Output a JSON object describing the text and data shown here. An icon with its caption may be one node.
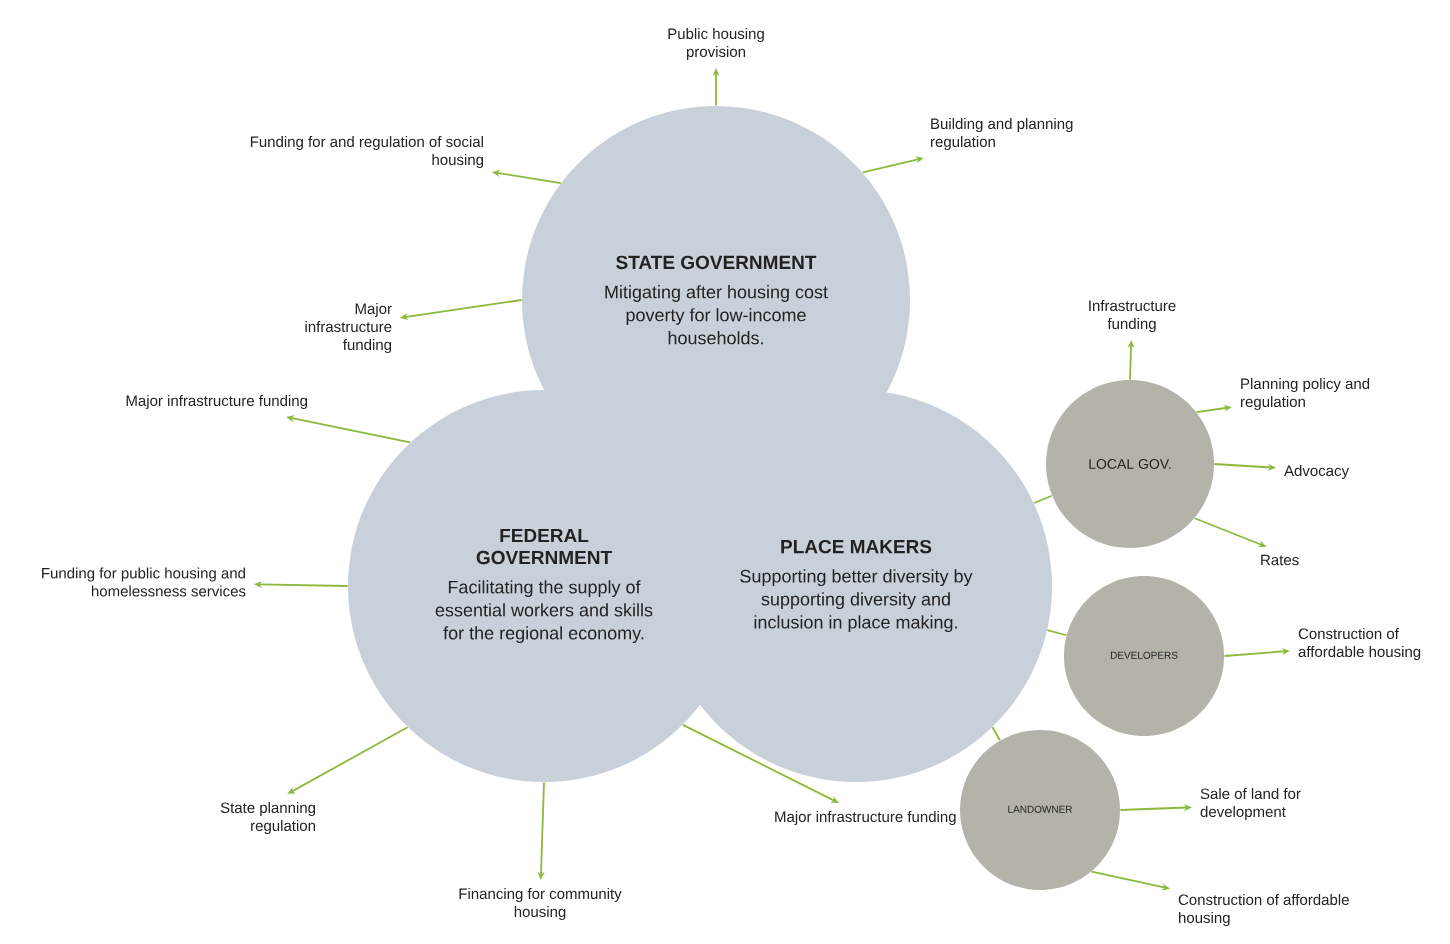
{
  "diagram": {
    "nodes": [
      {
        "text": [
          "STATE GOVERNMENT",
          "Mitigating after housing cost poverty for low-income households."
        ]
      },
      {
        "text": [
          "FEDERAL GOVERNMENT",
          "Facilitating the supply of essential workers and skills for the regional economy."
        ]
      },
      {
        "text": [
          "PLACE MAKERS",
          "Supporting better diversity by supporting diversity and inclusion in place making."
        ]
      },
      {
        "text": [
          "LOCAL GOV."
        ]
      },
      {
        "text": [
          "DEVELOPERS"
        ]
      },
      {
        "text": [
          "LANDOWNER"
        ]
      },
      {
        "text": [
          "Public housing provision"
        ]
      },
      {
        "text": [
          "Funding for and regulation of social housing"
        ]
      },
      {
        "text": [
          "Building and planning regulation"
        ]
      },
      {
        "text": [
          "Major infrastructure funding"
        ]
      },
      {
        "text": [
          "Major infrastructure funding"
        ]
      },
      {
        "text": [
          "Funding for public housing and homelessness services"
        ]
      },
      {
        "text": [
          "State planning regulation"
        ]
      },
      {
        "text": [
          "Financing for community housing"
        ]
      },
      {
        "text": [
          "Major infrastructure funding"
        ]
      },
      {
        "text": [
          "Infrastructure funding"
        ]
      },
      {
        "text": [
          "Planning policy and regulation"
        ]
      },
      {
        "text": [
          "Advocacy"
        ]
      },
      {
        "text": [
          "Rates"
        ]
      },
      {
        "text": [
          "Construction of affordable housing"
        ]
      },
      {
        "text": [
          "Sale of land for development"
        ]
      },
      {
        "text": [
          "Construction of affordable housing"
        ]
      }
    ],
    "edges": [
      {
        "from": 0,
        "to": 6,
        "arrow": "to"
      },
      {
        "from": 0,
        "to": 7,
        "arrow": "to"
      },
      {
        "from": 0,
        "to": 8,
        "arrow": "to"
      },
      {
        "from": 0,
        "to": 9,
        "arrow": "to"
      },
      {
        "from": 1,
        "to": 10,
        "arrow": "to"
      },
      {
        "from": 1,
        "to": 11,
        "arrow": "to"
      },
      {
        "from": 1,
        "to": 12,
        "arrow": "to"
      },
      {
        "from": 1,
        "to": 13,
        "arrow": "to"
      },
      {
        "from": 1,
        "to": 14,
        "arrow": "to"
      },
      {
        "from": 2,
        "to": 3,
        "arrow": "none"
      },
      {
        "from": 2,
        "to": 4,
        "arrow": "none"
      },
      {
        "from": 2,
        "to": 5,
        "arrow": "none"
      },
      {
        "from": 3,
        "to": 15,
        "arrow": "to"
      },
      {
        "from": 3,
        "to": 16,
        "arrow": "to"
      },
      {
        "from": 3,
        "to": 17,
        "arrow": "to"
      },
      {
        "from": 3,
        "to": 18,
        "arrow": "to"
      },
      {
        "from": 4,
        "to": 19,
        "arrow": "to"
      },
      {
        "from": 5,
        "to": 20,
        "arrow": "to"
      },
      {
        "from": 5,
        "to": 21,
        "arrow": "to"
      }
    ]
  }
}
